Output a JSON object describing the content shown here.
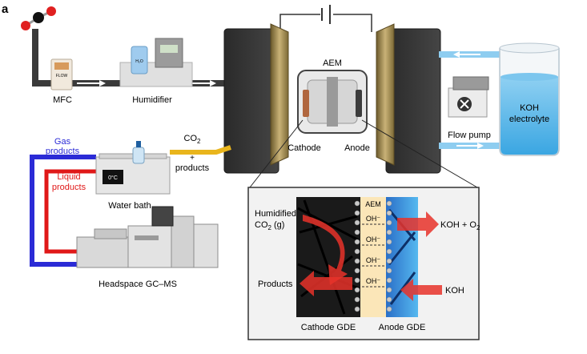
{
  "panel_label": "a",
  "labels": {
    "mfc": "MFC",
    "mfc_device": "FLOW",
    "humidifier": "Humidifier",
    "humidifier_bottle": "H₂O",
    "aem": "AEM",
    "cathode": "Cathode",
    "anode": "Anode",
    "co2_formula": "CO",
    "co2_sub": "2",
    "plus": "+",
    "products": "products",
    "gas_products_1": "Gas",
    "gas_products_2": "products",
    "liquid_products_1": "Liquid",
    "liquid_products_2": "products",
    "water_bath": "Water bath",
    "water_bath_display": "0°C",
    "headspace": "Headspace GC–MS",
    "flow_pump": "Flow pump",
    "koh_1": "KOH",
    "koh_2": "electrolyte"
  },
  "inset": {
    "aem": "AEM",
    "humidified_1": "Humidified",
    "humidified_2_pre": "CO",
    "humidified_2_sub": "2",
    "humidified_2_post": " (g)",
    "oh_1": "OH⁻",
    "oh_2": "OH⁻",
    "oh_3": "OH⁻",
    "oh_4": "OH⁻",
    "products": "Products",
    "koh_o2_pre": "KOH + O",
    "koh_o2_sub": "2",
    "koh": "KOH",
    "cathode_gde": "Cathode GDE",
    "anode_gde": "Anode GDE"
  },
  "colors": {
    "gas_line": "#2b2bd6",
    "liquid_line": "#e01818",
    "electrolyte": "#5fb9ea",
    "co2_tube": "#e9b51c",
    "arrow_red": "#e8322a",
    "aem_band": "#fbe6b8",
    "anode_band": "#2a8fd9"
  }
}
